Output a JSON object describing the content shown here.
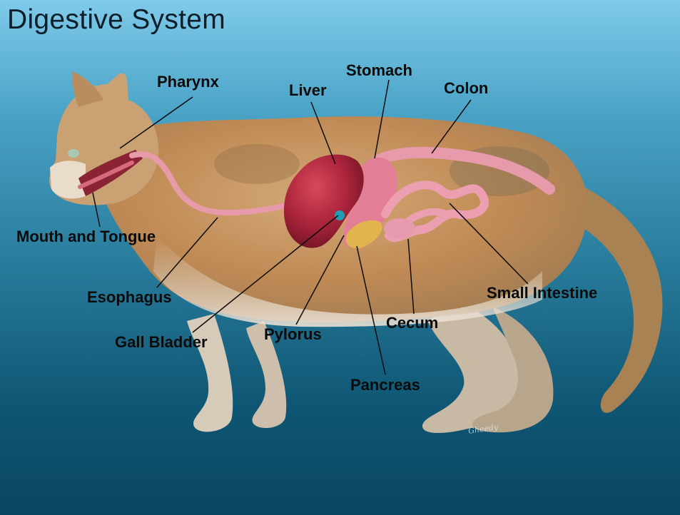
{
  "title": "Digestive System",
  "labels": {
    "pharynx": "Pharynx",
    "stomach": "Stomach",
    "liver": "Liver",
    "colon": "Colon",
    "mouth_and_tongue": "Mouth and Tongue",
    "esophagus": "Esophagus",
    "gall_bladder": "Gall Bladder",
    "pylorus": "Pylorus",
    "cecum": "Cecum",
    "small_intestine": "Small Intestine",
    "pancreas": "Pancreas"
  },
  "signature": "Gheedy",
  "colors": {
    "background_top": "#7fcaea",
    "background_bottom": "#0a4660",
    "cat_fur": "#c99a62",
    "liver": "#b3283a",
    "digestive_tract": "#e79aa9",
    "pancreas": "#e2b44e",
    "gall_bladder": "#1f9fb3"
  }
}
